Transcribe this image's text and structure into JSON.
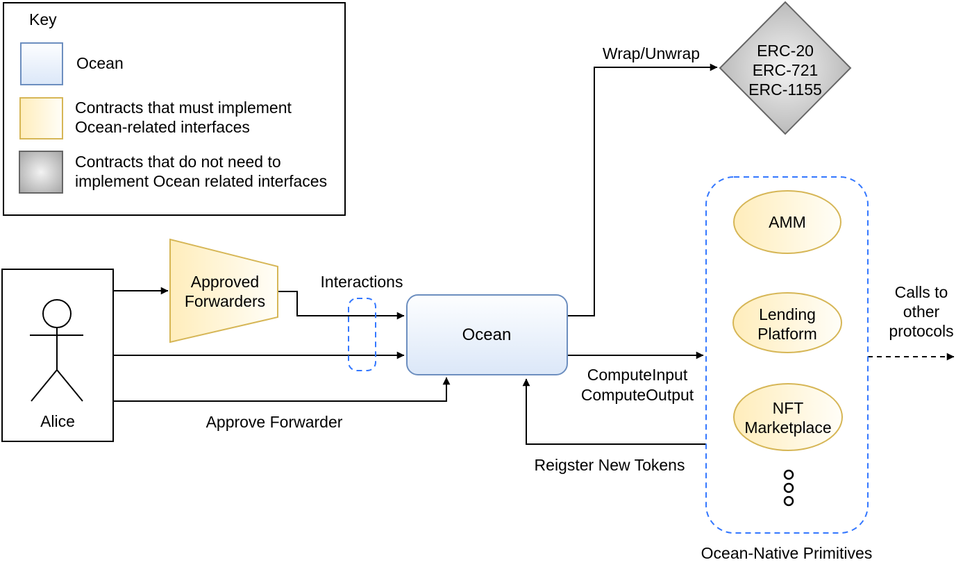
{
  "key": {
    "heading": "Key",
    "items": [
      {
        "swatch": "ocean-blue-swatch",
        "lines": [
          "Ocean"
        ]
      },
      {
        "swatch": "must-implement-yellow-swatch",
        "lines": [
          "Contracts that must implement",
          "Ocean-related interfaces"
        ]
      },
      {
        "swatch": "no-implement-gray-swatch",
        "lines": [
          "Contracts that do not need to",
          "implement Ocean related interfaces"
        ]
      }
    ]
  },
  "nodes": {
    "alice": {
      "label": "Alice"
    },
    "approved_forwarders": {
      "lines": [
        "Approved",
        "Forwarders"
      ]
    },
    "ocean": {
      "label": "Ocean"
    },
    "erc_tokens": {
      "lines": [
        "ERC-20",
        "ERC-721",
        "ERC-1155"
      ]
    },
    "amm": {
      "label": "AMM"
    },
    "lending_platform": {
      "lines": [
        "Lending",
        "Platform"
      ]
    },
    "nft_marketplace": {
      "lines": [
        "NFT",
        "Marketplace"
      ]
    },
    "primitives_container": {
      "label": "Ocean-Native Primitives"
    }
  },
  "labels": {
    "wrap_unwrap": "Wrap/Unwrap",
    "interactions": "Interactions",
    "approve_forwarder": "Approve Forwarder",
    "compute": [
      "ComputeInput",
      "ComputeOutput"
    ],
    "register_new_tokens": "Reigster New Tokens",
    "calls_to_other_protocols": [
      "Calls to",
      "other",
      "protocols"
    ]
  },
  "colors": {
    "ocean_fill_top": "#fdfeff",
    "ocean_fill_bottom": "#dbe7f8",
    "ocean_stroke": "#6c8ebf",
    "yellow_fill_left": "#ffedbb",
    "yellow_fill_right": "#fffef8",
    "yellow_stroke": "#d6b656",
    "gray_fill_center": "#f3f3f3",
    "gray_fill_edge": "#a2a2a2",
    "gray_stroke": "#666666",
    "dashed_blue": "#3377ff",
    "line_color": "#000000"
  }
}
